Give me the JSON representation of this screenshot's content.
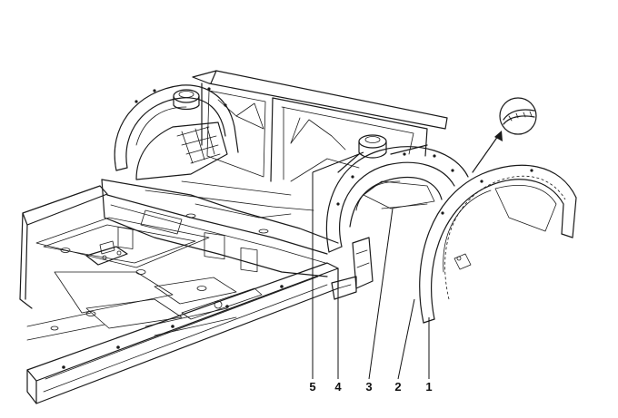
{
  "callouts": [
    "5",
    "4",
    "3",
    "2",
    "1"
  ]
}
